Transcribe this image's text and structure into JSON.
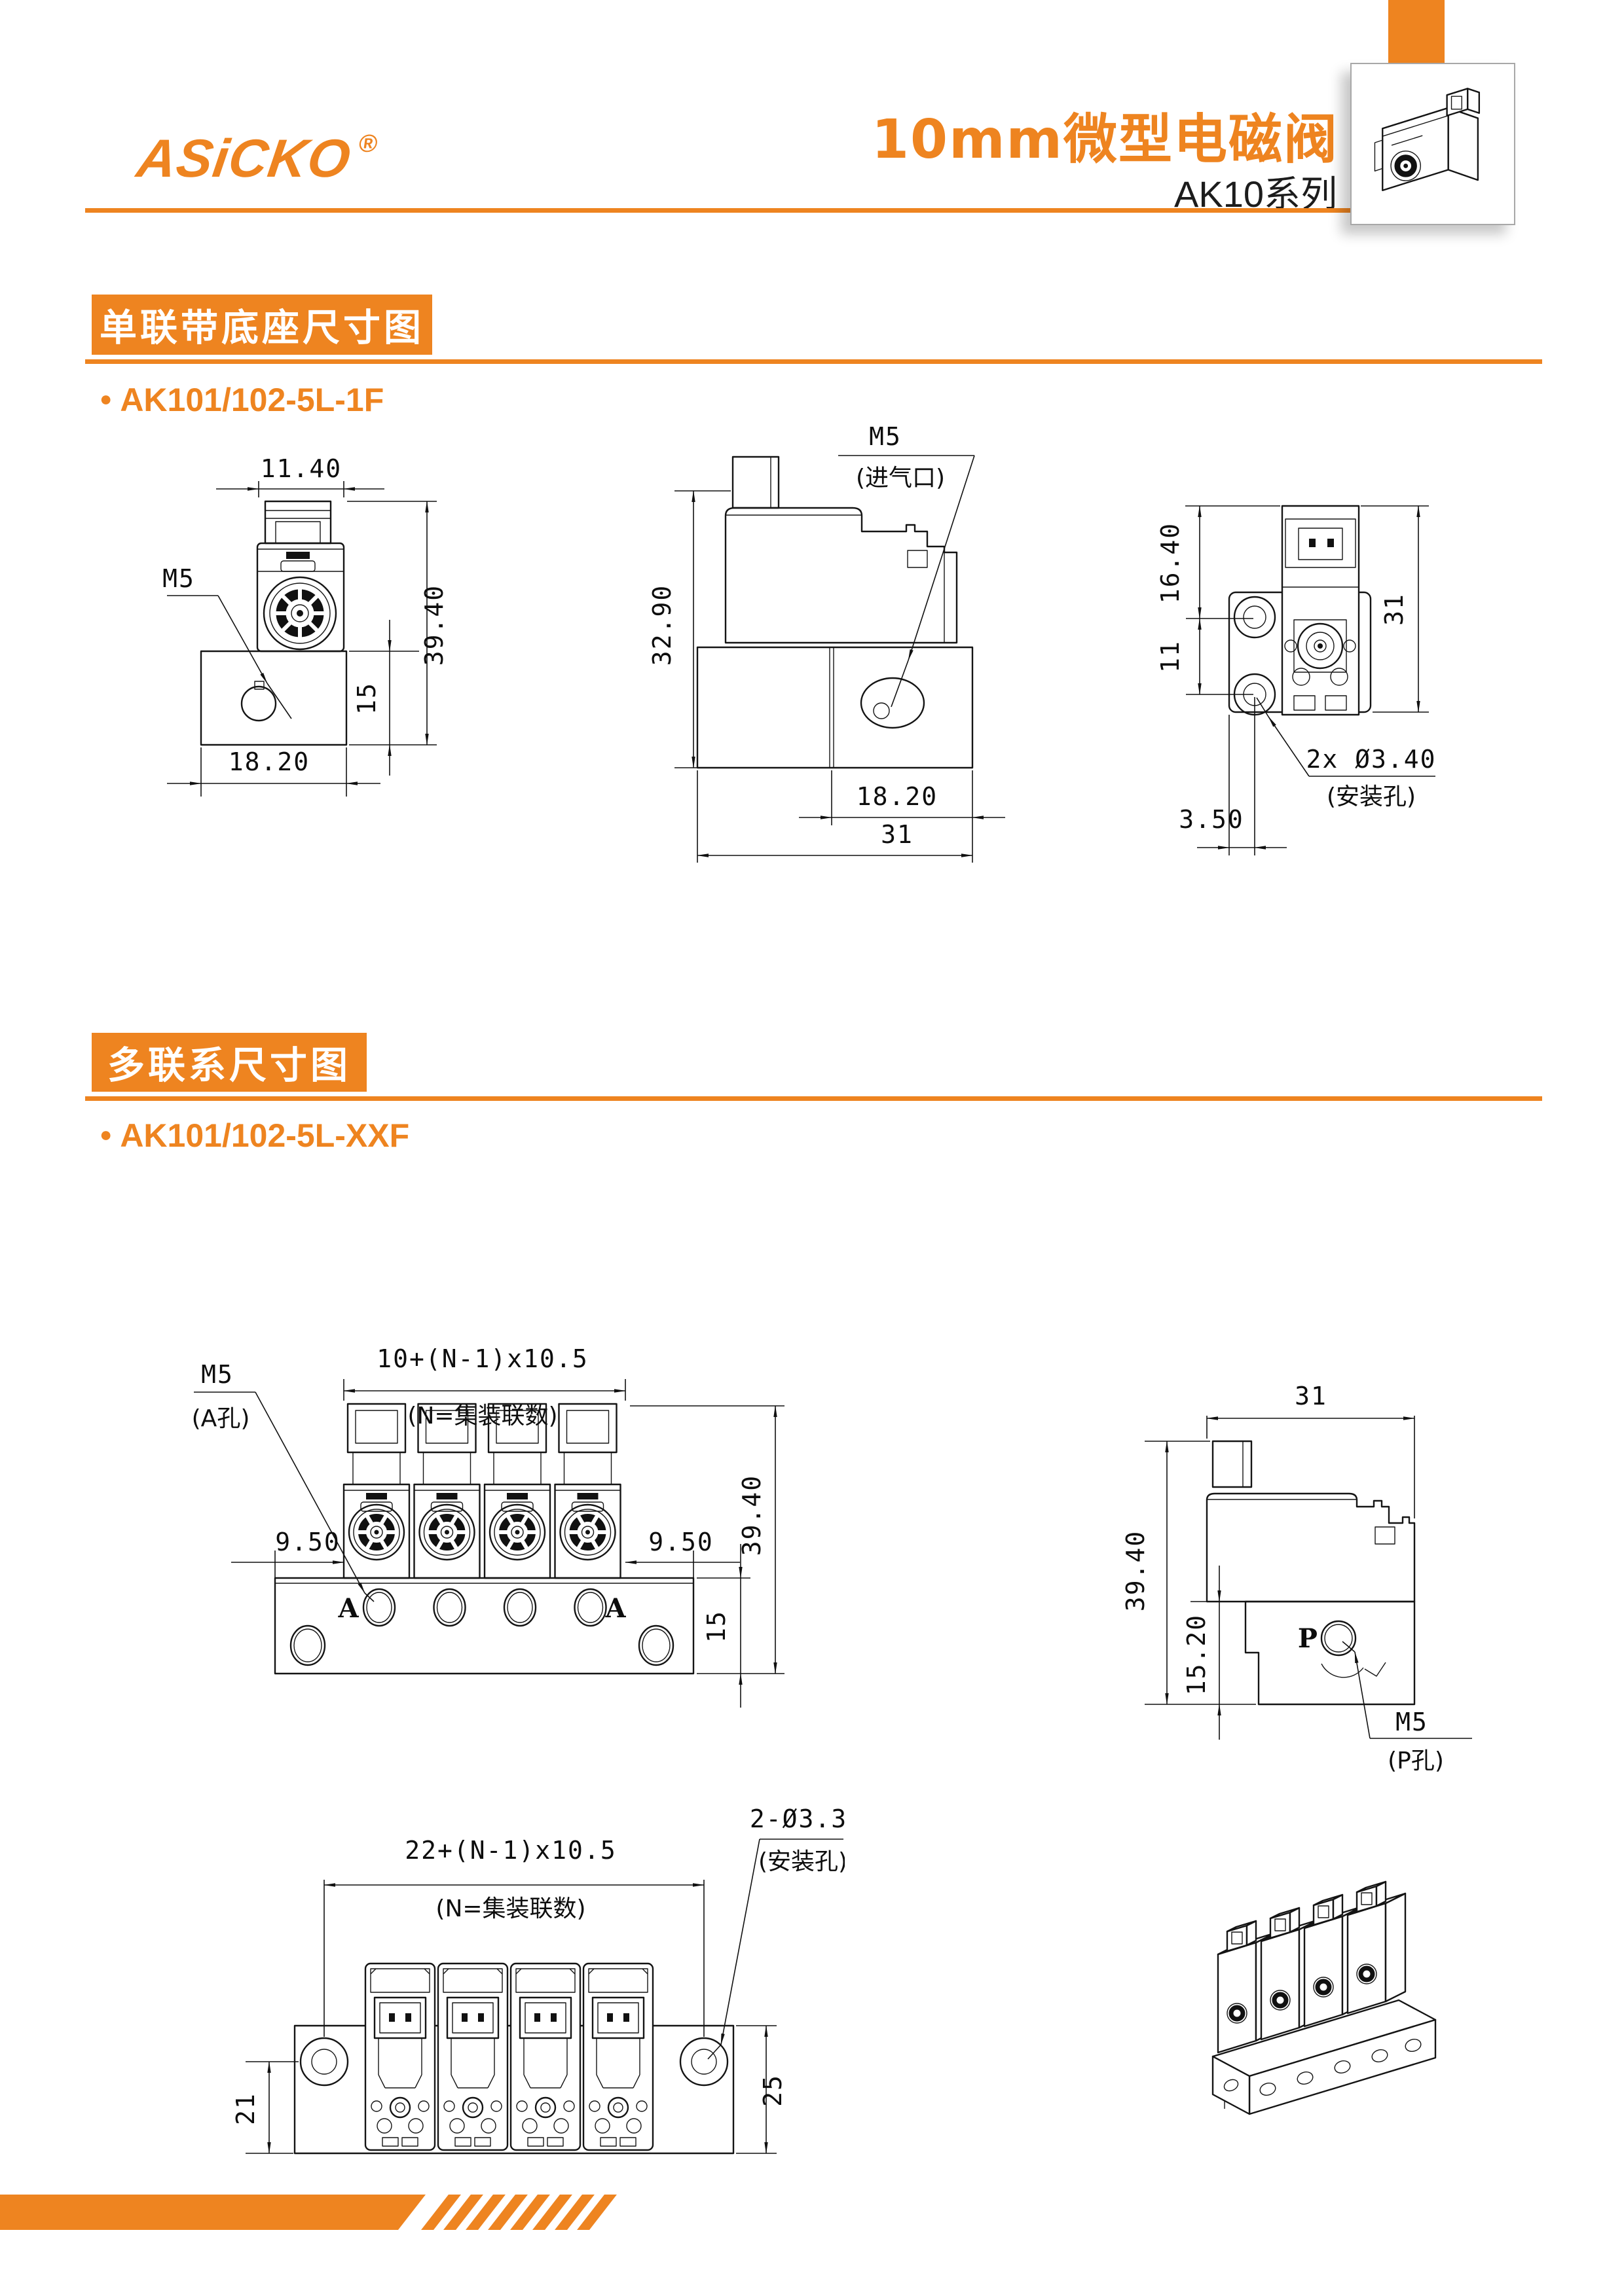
{
  "brand": {
    "logo": "ASiCKO",
    "registered": "®"
  },
  "header": {
    "title": "10mm微型电磁阀",
    "series": "AK10系列"
  },
  "sections": {
    "single": {
      "heading": "单联带底座尺寸图",
      "bullet": "●",
      "model": "AK101/102-5L-1F"
    },
    "multi": {
      "heading": "多联系尺寸图",
      "bullet": "●",
      "model": "AK101/102-5L-XXF"
    }
  },
  "drawings": {
    "single_front": {
      "dim_top": "11.40",
      "port": "M5",
      "dim_height": "39.40",
      "dim_base_height": "15",
      "dim_bottom": "18.20"
    },
    "single_side": {
      "port": "M5",
      "port_note": "(进气口)",
      "dim_height": "32.90",
      "dim_bottom1": "18.20",
      "dim_bottom2": "31"
    },
    "single_rear": {
      "dim_top": "16.40",
      "dim_mid": "11",
      "dim_right": "31",
      "dim_bottom": "3.50",
      "holes": "2x Ø3.40",
      "holes_note": "(安装孔)"
    },
    "multi_front": {
      "dim_formula": "10+(N-1)x10.5",
      "formula_note": "(N=集装联数)",
      "port": "M5",
      "port_note": "(A孔)",
      "dim_left": "9.50",
      "dim_right": "9.50",
      "dim_height": "39.40",
      "dim_base_height": "15",
      "port_label_left": "A",
      "port_label_right": "A"
    },
    "multi_side": {
      "dim_width": "31",
      "dim_height": "39.40",
      "dim_base_height": "15.20",
      "port_label": "P",
      "port": "M5",
      "port_note": "(P孔)"
    },
    "multi_top": {
      "dim_formula": "22+(N-1)x10.5",
      "formula_note": "(N=集装联数)",
      "holes": "2-Ø3.30",
      "holes_note": "(安装孔)",
      "dim_left": "21",
      "dim_right": "25"
    }
  },
  "colors": {
    "accent": "#EE8420",
    "line": "#141414"
  }
}
